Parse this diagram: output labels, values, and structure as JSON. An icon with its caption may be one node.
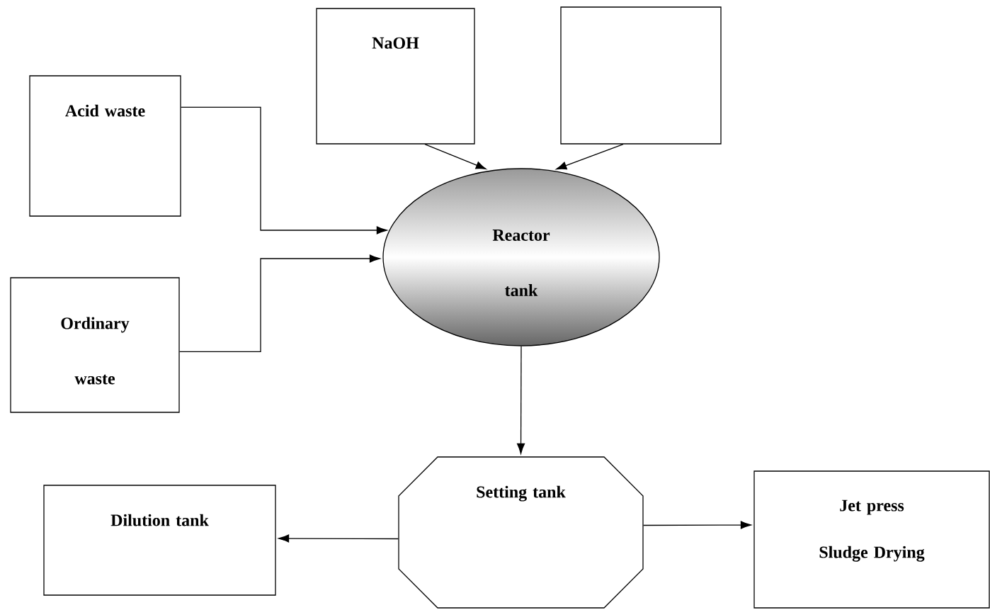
{
  "diagram": {
    "nodes": [
      {
        "text": [
          "NaOH"
        ]
      },
      {
        "text": [],
        "shape": "box"
      },
      {
        "text": [
          "Acid waste"
        ]
      },
      {
        "text": [
          "Ordinary waste"
        ]
      },
      {
        "text": [
          "Reactor tank"
        ]
      },
      {
        "text": [
          "Setting tank"
        ]
      },
      {
        "text": [
          "Dilution tank"
        ]
      },
      {
        "text": [
          "Jet press Sludge Drying"
        ]
      }
    ],
    "edges": [
      {
        "from": 0,
        "to": 4,
        "arrow": "to"
      },
      {
        "from": 1,
        "to": 4,
        "arrow": "to"
      },
      {
        "from": 2,
        "to": 4,
        "arrow": "to"
      },
      {
        "from": 3,
        "to": 4,
        "arrow": "to"
      },
      {
        "from": 4,
        "to": 5,
        "arrow": "to"
      },
      {
        "from": 5,
        "to": 6,
        "arrow": "to"
      },
      {
        "from": 5,
        "to": 7,
        "arrow": "to"
      }
    ]
  }
}
